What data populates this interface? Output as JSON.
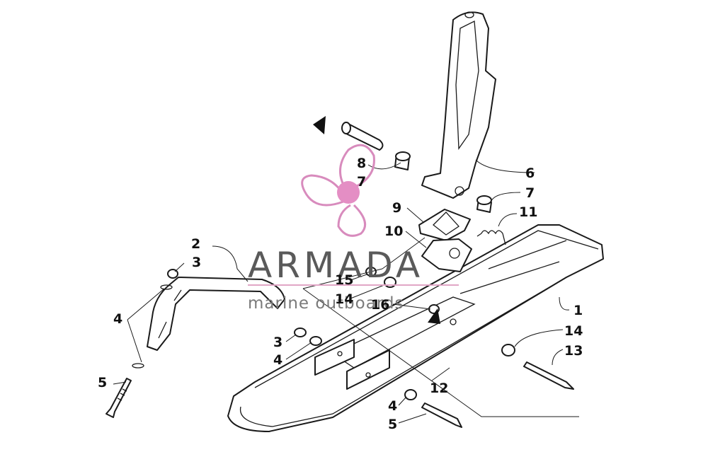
{
  "watermark": {
    "brand": "ARMADA",
    "tagline": "marine outboards",
    "colors": {
      "logo": "#d88bbd",
      "logo_center": "#e48ec4",
      "text": "#5a5a5a",
      "line": "#e1a6c6"
    }
  },
  "callouts": {
    "c1": "1",
    "c2": "2",
    "c3a": "3",
    "c3b": "3",
    "c4a": "4",
    "c4b": "4",
    "c4c": "4",
    "c5a": "5",
    "c5b": "5",
    "c6": "6",
    "c7a": "7",
    "c7b": "7",
    "c8": "8",
    "c9": "9",
    "c10": "10",
    "c11": "11",
    "c12": "12",
    "c13": "13",
    "c14a": "14",
    "c14b": "14",
    "c15": "15",
    "c16": "16"
  }
}
